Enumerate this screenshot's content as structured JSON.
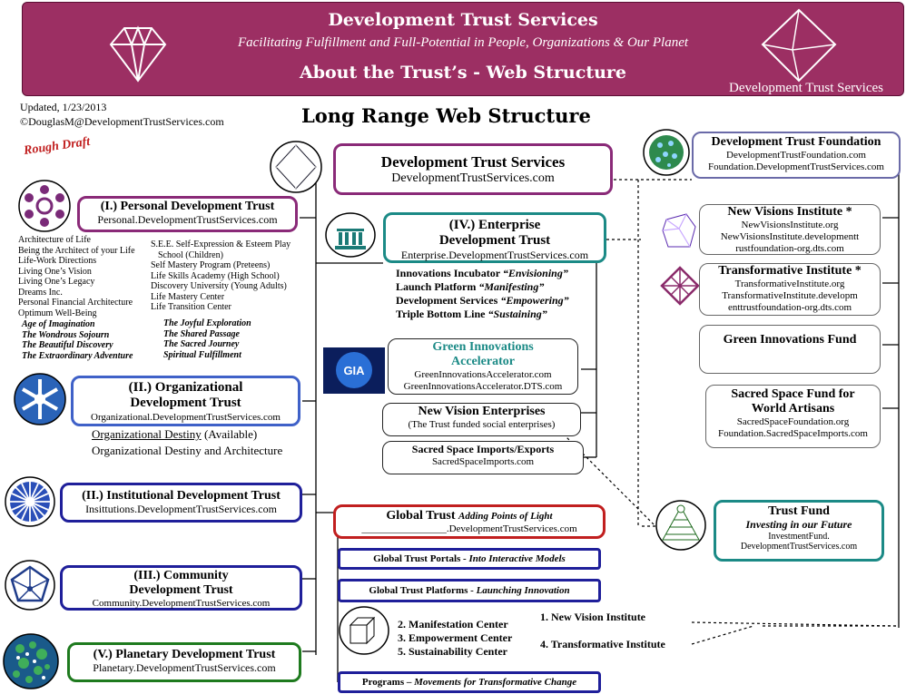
{
  "banner": {
    "title": "Development Trust Services",
    "tagline": "Facilitating Fulfillment and Full-Potential in People, Organizations & Our Planet",
    "subtitle": "About the Trust’s - Web Structure",
    "brand": "Development Trust Services"
  },
  "meta": {
    "updated": "Updated, 1/23/2013",
    "contact": "©DouglasM@DevelopmentTrustServices.com",
    "draft": "Rough Draft"
  },
  "main_title": "Long Range Web Structure",
  "center": {
    "dts": {
      "title": "Development Trust Services",
      "url": "DevelopmentTrustServices.com"
    },
    "enterprise": {
      "title": "(IV.) Enterprise",
      "title2": "Development Trust",
      "url": "Enterprise.DevelopmentTrustServices.com"
    },
    "enterprise_items": [
      {
        "label": "Innovations Incubator",
        "tag": "“Envisioning”"
      },
      {
        "label": "Launch Platform",
        "tag": "“Manifesting”"
      },
      {
        "label": "Development Services",
        "tag": "“Empowering”"
      },
      {
        "label": "Triple Bottom Line",
        "tag": "“Sustaining”"
      }
    ],
    "gia": {
      "title": "Green Innovations",
      "title2": "Accelerator",
      "url1": "GreenInnovationsAccelerator.com",
      "url2": "GreenInnovationsAccelerator.DTS.com",
      "logo": "GIA"
    },
    "nve": {
      "title": "New Vision Enterprises",
      "sub": "(The Trust funded social enterprises)"
    },
    "ssi": {
      "title": "Sacred Space Imports/Exports",
      "url": "SacredSpaceImports.com"
    },
    "global": {
      "title": "Global Trust",
      "tag": "Adding Points of Light",
      "url": "_________________.DevelopmentTrustServices.com"
    },
    "portals": {
      "label": "Global Trust Portals -",
      "tag": "Into Interactive Models"
    },
    "platforms": {
      "label": "Global Trust Platforms -",
      "tag": "Launching Innovation"
    },
    "centers": [
      "2. Manifestation Center",
      "3. Empowerment Center",
      "5. Sustainability Center"
    ],
    "institutes": [
      "1. New Vision Institute",
      "4. Transformative Institute"
    ],
    "programs": {
      "label": "Programs –",
      "tag": "Movements for Transformative Change"
    }
  },
  "left": {
    "personal": {
      "title": "(I.) Personal Development Trust",
      "url": "Personal.DevelopmentTrustServices.com"
    },
    "personal_col1": [
      "Architecture of Life",
      "Being the Architect of your Life",
      "Life-Work Directions",
      "Living One’s Vision",
      "Living One’s Legacy",
      "Dreams Inc.",
      "Personal Financial Architecture",
      "Optimum Well-Being"
    ],
    "personal_col2": [
      "S.E.E. Self-Expression & Esteem Play",
      "School (Children)",
      "Self Mastery Program (Preteens)",
      "Life Skills Academy (High School)",
      "Discovery University (Young Adults)",
      "Life Mastery Center",
      "Life Transition Center"
    ],
    "journeys1": [
      "Age of Imagination",
      "The Wondrous Sojourn",
      "The Beautiful Discovery",
      "The Extraordinary Adventure"
    ],
    "journeys2": [
      "The Joyful Exploration",
      "The Shared Passage",
      "The Sacred Journey",
      "Spiritual Fulfillment"
    ],
    "organizational": {
      "title": "(II.) Organizational",
      "title2": "Development Trust",
      "url": "Organizational.DevelopmentTrustServices.com"
    },
    "org_destiny": "Organizational Destiny",
    "org_available": "(Available)",
    "org_arch": "Organizational Destiny and Architecture",
    "institutional": {
      "title": "(II.) Institutional Development Trust",
      "url": "Insittutions.DevelopmentTrustServices.com"
    },
    "community": {
      "title": "(III.) Community",
      "title2": "Development Trust",
      "url": "Community.DevelopmentTrustServices.com"
    },
    "planetary": {
      "title": "(V.) Planetary Development Trust",
      "url": "Planetary.DevelopmentTrustServices.com"
    }
  },
  "right": {
    "foundation": {
      "title": "Development Trust Foundation",
      "url1": "DevelopmentTrustFoundation.com",
      "url2": "Foundation.DevelopmentTrustServices.com"
    },
    "nvi": {
      "title": "New Visions Institute *",
      "url1": "NewVisionsInstitute.org",
      "url2": "NewVisionsInstitute.developmentt",
      "url3": "rustfoundation-org.dts.com"
    },
    "ti": {
      "title": "Transformative Institute *",
      "url1": "TransformativeInstitute.org",
      "url2": "TransformativeInstitute.developm",
      "url3": "enttrustfoundation-org.dts.com"
    },
    "gif": {
      "title": "Green Innovations Fund"
    },
    "ssf": {
      "title": "Sacred Space Fund for",
      "title2": "World Artisans",
      "url1": "SacredSpaceFoundation.org",
      "url2": "Foundation.SacredSpaceImports.com"
    },
    "trustfund": {
      "title": "Trust Fund",
      "tag": "Investing in our Future",
      "url1": "InvestmentFund.",
      "url2": "DevelopmentTrustServices.com"
    }
  },
  "colors": {
    "banner": "#9c2f63",
    "purple": "#8a2a78",
    "teal": "#1b8a86",
    "blue": "#3f61c8",
    "navy": "#1f1f9a",
    "green": "#1e7a1e",
    "red": "#c11f1f"
  },
  "icons": [
    "diamond-icon",
    "octahedron-icon",
    "mandala-icon",
    "building-icon",
    "wheel-icon",
    "sunburst-icon",
    "pentagon-icon",
    "globe-icon",
    "gem-cube-icon",
    "star-icon",
    "pyramid-icon",
    "cube-icon"
  ]
}
